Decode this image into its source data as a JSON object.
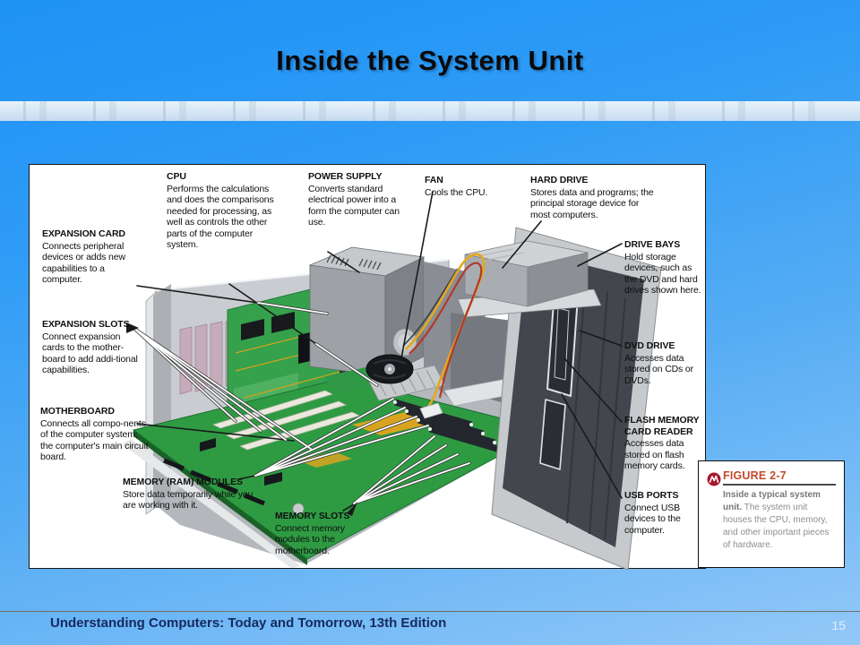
{
  "slide": {
    "title": "Inside the System Unit",
    "footer": "Understanding Computers: Today and Tomorrow, 13th Edition",
    "page_number": "15"
  },
  "colors": {
    "background_blue": "#2196F5",
    "figure_accent_red": "#C34A2A",
    "footer_navy": "#16295E",
    "motherboard_green": "#2E9B43"
  },
  "diagram": {
    "labels": [
      {
        "id": "cpu",
        "title": "CPU",
        "desc": "Performs the calculations and does the comparisons needed for processing, as well as controls the other parts of the computer system."
      },
      {
        "id": "power-supply",
        "title": "POWER SUPPLY",
        "desc": "Converts standard electrical power into a form the computer can use."
      },
      {
        "id": "fan",
        "title": "FAN",
        "desc": "Cools the CPU."
      },
      {
        "id": "hard-drive",
        "title": "HARD DRIVE",
        "desc": "Stores data and programs; the principal storage device for most computers."
      },
      {
        "id": "drive-bays",
        "title": "DRIVE BAYS",
        "desc": "Hold storage devices, such as the DVD and hard drives shown here."
      },
      {
        "id": "dvd-drive",
        "title": "DVD DRIVE",
        "desc": "Accesses data stored on CDs or DVDs."
      },
      {
        "id": "flash-memory-card-reader",
        "title": "FLASH MEMORY CARD READER",
        "desc": "Accesses data stored on flash memory cards."
      },
      {
        "id": "usb-ports",
        "title": "USB PORTS",
        "desc": "Connect USB devices to the computer."
      },
      {
        "id": "expansion-card",
        "title": "EXPANSION CARD",
        "desc": "Connects peripheral devices or adds new capabilities to a computer."
      },
      {
        "id": "expansion-slots",
        "title": "EXPANSION SLOTS",
        "desc": "Connect expansion cards to the mother-board to add addi-tional capabilities."
      },
      {
        "id": "motherboard",
        "title": "MOTHERBOARD",
        "desc": "Connects all compo-nents of the computer system; the computer's main circuit board."
      },
      {
        "id": "memory-ram-modules",
        "title": "MEMORY (RAM) MODULES",
        "desc": "Store data temporarily while you are working with it."
      },
      {
        "id": "memory-slots",
        "title": "MEMORY SLOTS",
        "desc": "Connect memory modules to the motherboard."
      }
    ],
    "figure": {
      "label": "FIGURE 2-7",
      "icon": "figure-marker-icon",
      "caption_bold": "Inside a typical system unit.",
      "caption_rest": " The system unit houses the CPU, memory, and other important pieces of hardware."
    }
  }
}
